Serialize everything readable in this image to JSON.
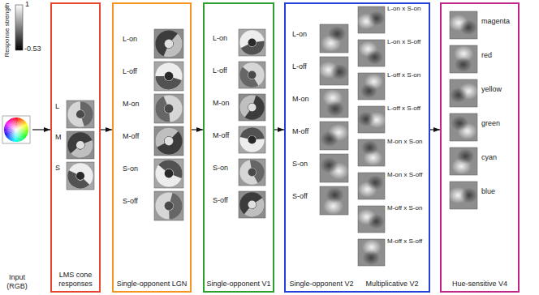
{
  "diagram": {
    "nodes": [
      {
        "text": [
          "Input (RGB)"
        ]
      },
      {
        "text": [
          "LMS cone responses"
        ]
      },
      {
        "text": [
          "Single-opponent LGN"
        ]
      },
      {
        "text": [
          "Single-opponent V1"
        ]
      },
      {
        "text": [
          "Single-opponent V2",
          "Multiplicative V2"
        ]
      },
      {
        "text": [
          "Hue-sensitive V4"
        ]
      }
    ],
    "edges": [
      {
        "from": 0,
        "to": 1,
        "arrow": "to"
      },
      {
        "from": 1,
        "to": 2,
        "arrow": "to"
      },
      {
        "from": 2,
        "to": 3,
        "arrow": "to"
      },
      {
        "from": 3,
        "to": 4,
        "arrow": "to"
      },
      {
        "from": 4,
        "to": 5,
        "arrow": "to"
      }
    ],
    "labels": [
      "1",
      "Response strength",
      "-0.53",
      "L",
      "M",
      "S",
      "L-on",
      "L-off",
      "M-on",
      "M-off",
      "S-on",
      "S-off",
      "L-on",
      "L-off",
      "M-on",
      "M-off",
      "S-on",
      "S-off",
      "L-on",
      "L-off",
      "M-on",
      "M-off",
      "S-on",
      "S-off",
      "L-on x S-on",
      "L-on x S-off",
      "L-off x S-on",
      "L-off x S-off",
      "M-on x S-on",
      "M-on x S-off",
      "M-off x S-on",
      "M-off x S-off",
      "magenta",
      "red",
      "yellow",
      "green",
      "cyan",
      "blue"
    ]
  }
}
